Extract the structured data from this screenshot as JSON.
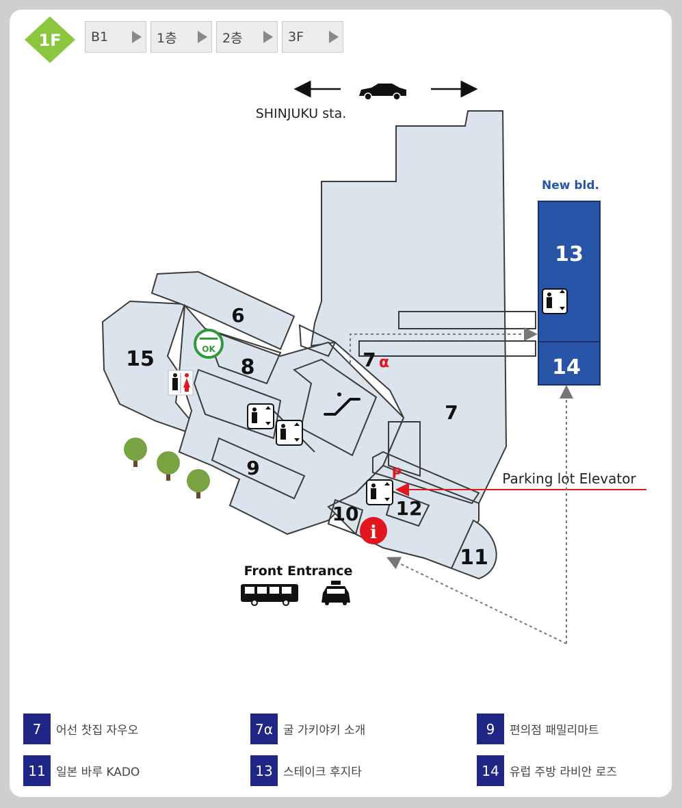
{
  "floor": {
    "current": "1F"
  },
  "floor_tabs": [
    {
      "label": "B1"
    },
    {
      "label": "1층"
    },
    {
      "label": "2층"
    },
    {
      "label": "3F"
    }
  ],
  "map": {
    "direction_label": "SHINJUKU sta.",
    "new_bld_label": "New bld.",
    "parking_label": "Parking lot Elevator",
    "entrance_label": "Front Entrance",
    "parking_mark": "P",
    "smoking_mark": "OK",
    "info_mark": "i",
    "store_numbers": {
      "s6": "6",
      "s7": "7",
      "s7a": "7",
      "s7a_suffix": "α",
      "s8": "8",
      "s9": "9",
      "s10": "10",
      "s11": "11",
      "s12": "12",
      "s13": "13",
      "s14": "14",
      "s15": "15"
    },
    "colors": {
      "building": "#dbe3ec",
      "outline": "#3a3a3a",
      "new_bld": "#2855a8",
      "accent_red": "#e1161e",
      "badge_green": "#8cc63e",
      "smoking_green": "#2e9a3c"
    }
  },
  "legend": [
    {
      "num": "7",
      "name": "어선 찻집 자우오"
    },
    {
      "num": "7α",
      "name": "굴 가키야키 소개"
    },
    {
      "num": "9",
      "name": "편의점 패밀리마트"
    },
    {
      "num": "11",
      "name": "일본 바루 KADO"
    },
    {
      "num": "13",
      "name": "스테이크 후지타"
    },
    {
      "num": "14",
      "name": "유럽 주방 라비안 로즈"
    }
  ],
  "legend_color": "#1f2685"
}
